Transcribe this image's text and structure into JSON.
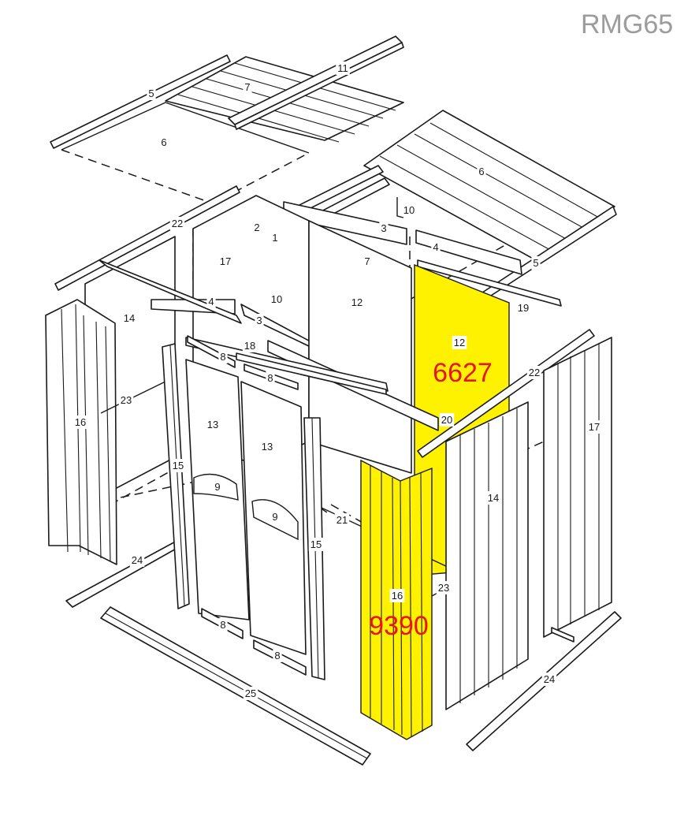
{
  "model_code": "RMG65",
  "highlight_color": "#fff200",
  "code_color": "#e8141b",
  "highlighted_parts": [
    {
      "part": "12",
      "code": "6627"
    },
    {
      "part": "16",
      "code": "9390"
    }
  ],
  "part_labels": [
    "1",
    "2",
    "3",
    "3",
    "4",
    "4",
    "5",
    "5",
    "6",
    "6",
    "7",
    "7",
    "8",
    "8",
    "8",
    "8",
    "9",
    "9",
    "10",
    "10",
    "11",
    "12",
    "12",
    "13",
    "13",
    "14",
    "14",
    "15",
    "15",
    "16",
    "16",
    "17",
    "17",
    "18",
    "19",
    "20",
    "21",
    "22",
    "22",
    "23",
    "23",
    "24",
    "24",
    "25"
  ]
}
